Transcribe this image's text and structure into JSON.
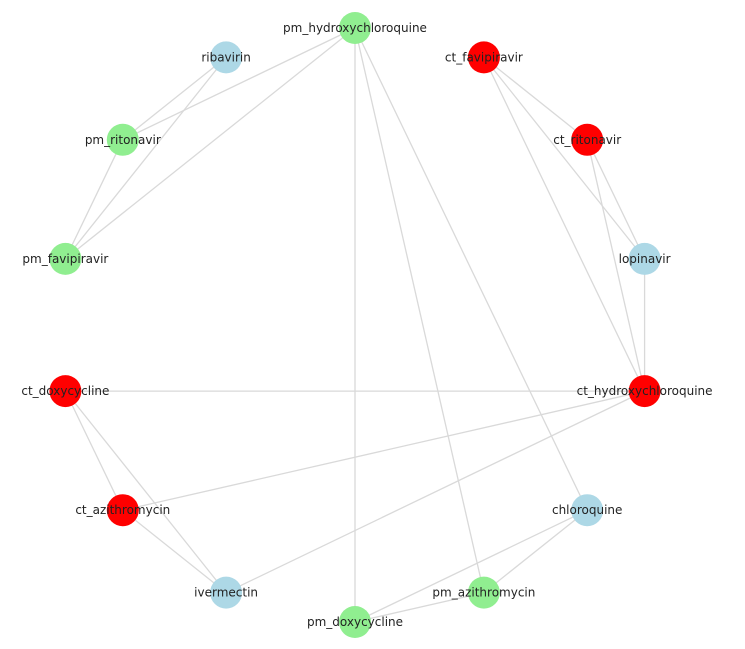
{
  "colors": {
    "pm": "#90ee90",
    "ct": "#ff0000",
    "drug": "#add8e6",
    "edge": "#d9d9d9"
  },
  "nodes": [
    {
      "id": "pm_hydroxychloroquine",
      "label": "pm_hydroxychloroquine",
      "group": "pm"
    },
    {
      "id": "ct_favipiravir",
      "label": "ct_favipiravir",
      "group": "ct"
    },
    {
      "id": "ct_ritonavir",
      "label": "ct_ritonavir",
      "group": "ct"
    },
    {
      "id": "lopinavir",
      "label": "lopinavir",
      "group": "drug"
    },
    {
      "id": "ct_hydroxychloroquine",
      "label": "ct_hydroxychloroquine",
      "group": "ct"
    },
    {
      "id": "chloroquine",
      "label": "chloroquine",
      "group": "drug"
    },
    {
      "id": "pm_azithromycin",
      "label": "pm_azithromycin",
      "group": "pm"
    },
    {
      "id": "pm_doxycycline",
      "label": "pm_doxycycline",
      "group": "pm"
    },
    {
      "id": "ivermectin",
      "label": "ivermectin",
      "group": "drug"
    },
    {
      "id": "ct_azithromycin",
      "label": "ct_azithromycin",
      "group": "ct"
    },
    {
      "id": "ct_doxycycline",
      "label": "ct_doxycycline",
      "group": "ct"
    },
    {
      "id": "pm_favipiravir",
      "label": "pm_favipiravir",
      "group": "pm"
    },
    {
      "id": "pm_ritonavir",
      "label": "pm_ritonavir",
      "group": "pm"
    },
    {
      "id": "ribavirin",
      "label": "ribavirin",
      "group": "drug"
    }
  ],
  "edges": [
    [
      "pm_hydroxychloroquine",
      "pm_ritonavir"
    ],
    [
      "pm_hydroxychloroquine",
      "pm_favipiravir"
    ],
    [
      "pm_hydroxychloroquine",
      "pm_doxycycline"
    ],
    [
      "pm_hydroxychloroquine",
      "pm_azithromycin"
    ],
    [
      "pm_hydroxychloroquine",
      "chloroquine"
    ],
    [
      "ribavirin",
      "pm_ritonavir"
    ],
    [
      "ribavirin",
      "pm_favipiravir"
    ],
    [
      "pm_ritonavir",
      "pm_favipiravir"
    ],
    [
      "ct_favipiravir",
      "ct_ritonavir"
    ],
    [
      "ct_favipiravir",
      "lopinavir"
    ],
    [
      "ct_favipiravir",
      "ct_hydroxychloroquine"
    ],
    [
      "ct_ritonavir",
      "lopinavir"
    ],
    [
      "ct_ritonavir",
      "ct_hydroxychloroquine"
    ],
    [
      "lopinavir",
      "ct_hydroxychloroquine"
    ],
    [
      "ct_hydroxychloroquine",
      "ct_doxycycline"
    ],
    [
      "ct_hydroxychloroquine",
      "ct_azithromycin"
    ],
    [
      "ct_hydroxychloroquine",
      "ivermectin"
    ],
    [
      "ct_doxycycline",
      "ct_azithromycin"
    ],
    [
      "ct_doxycycline",
      "ivermectin"
    ],
    [
      "ct_azithromycin",
      "ivermectin"
    ],
    [
      "chloroquine",
      "pm_azithromycin"
    ],
    [
      "chloroquine",
      "pm_doxycycline"
    ],
    [
      "pm_azithromycin",
      "pm_doxycycline"
    ]
  ]
}
